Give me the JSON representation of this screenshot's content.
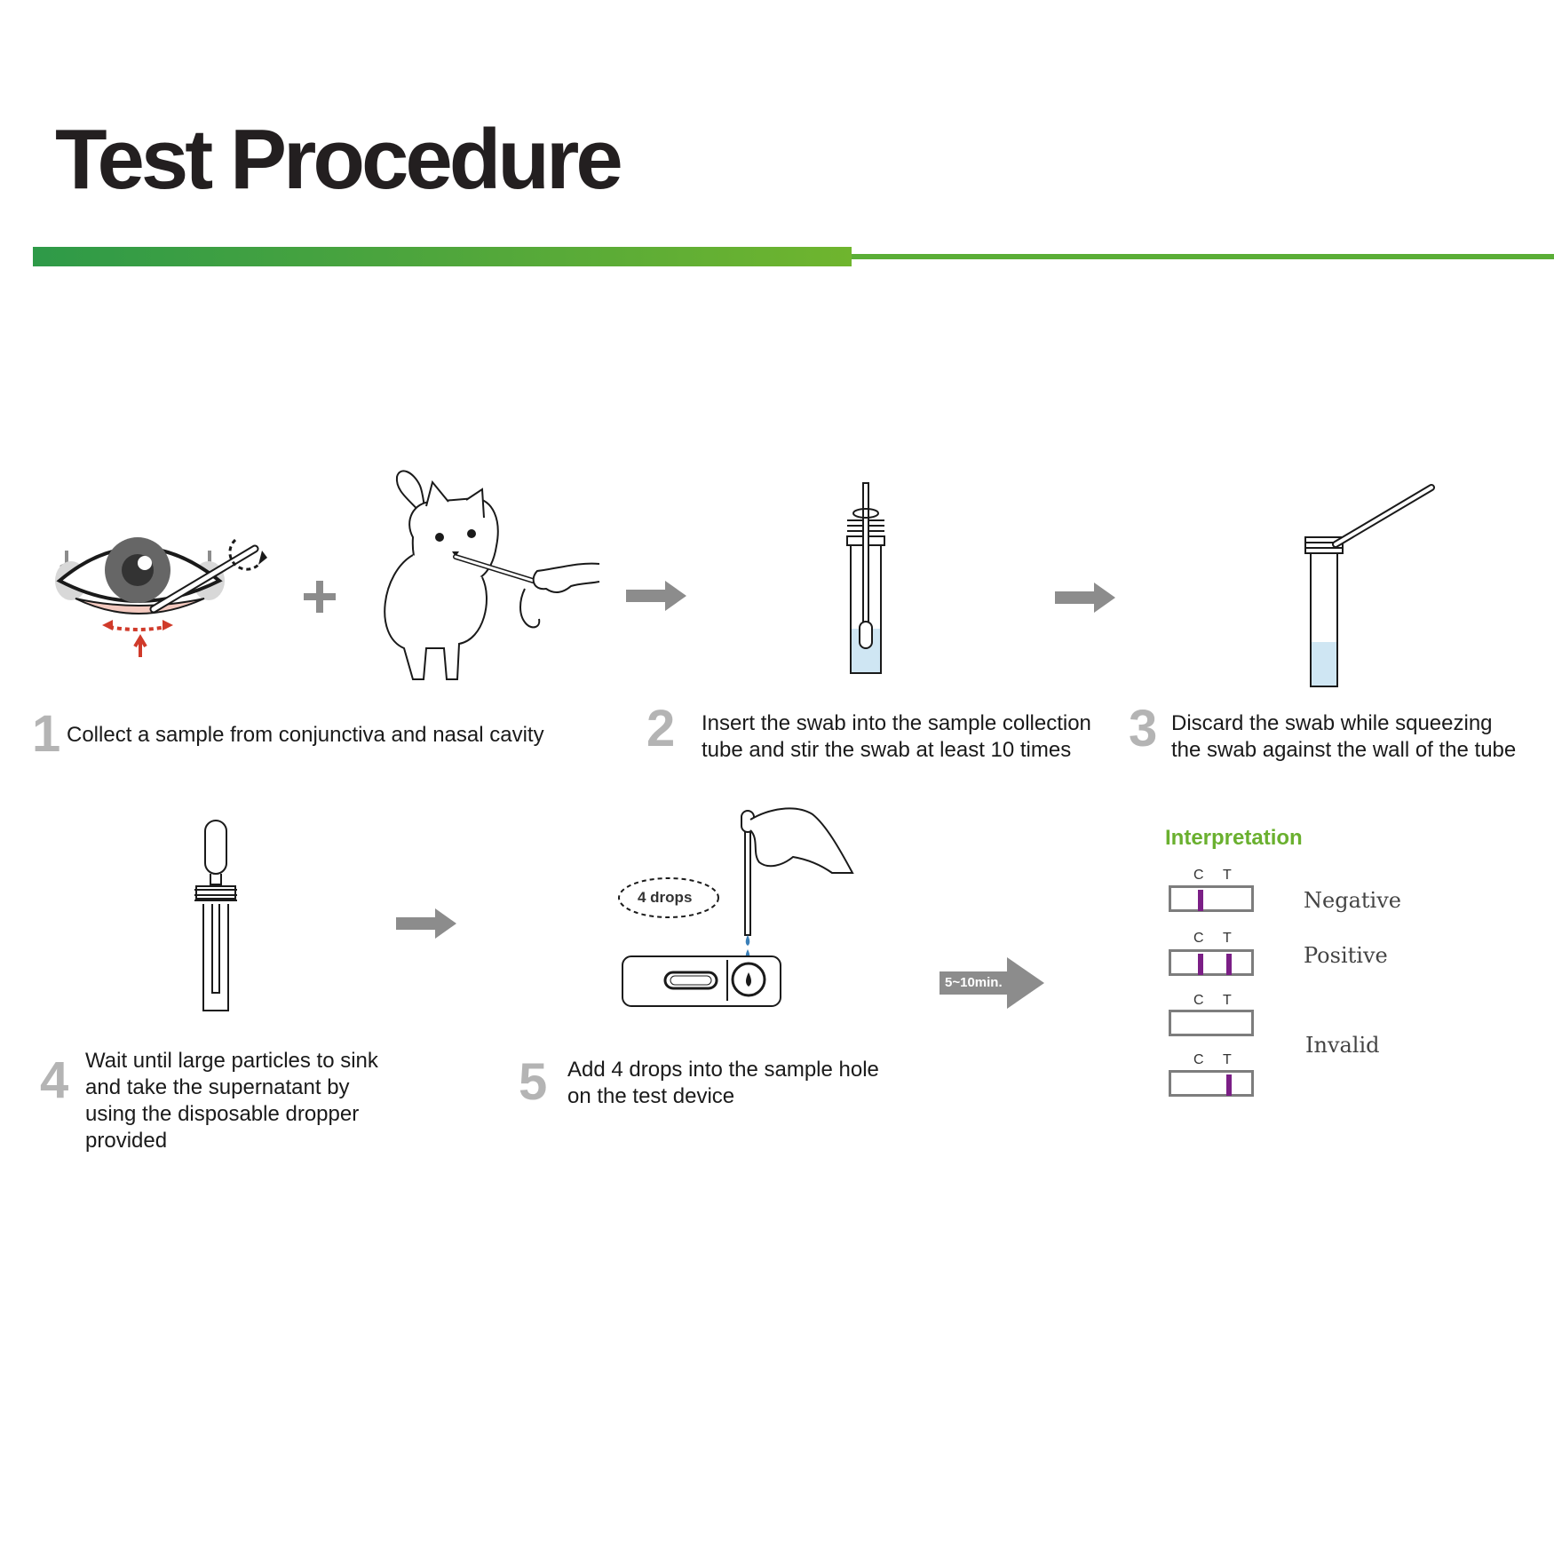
{
  "title": "Test Procedure",
  "steps": [
    {
      "number": "1",
      "text_lines": [
        "Collect a sample from conjunctiva and nasal cavity"
      ]
    },
    {
      "number": "2",
      "text_lines": [
        "Insert the swab into the sample collection",
        "tube and stir the swab at least 10 times"
      ]
    },
    {
      "number": "3",
      "text_lines": [
        "Discard the swab while squeezing",
        "the swab against the wall of the tube"
      ]
    },
    {
      "number": "4",
      "text_lines": [
        "Wait until large particles to sink",
        "and take the supernatant by",
        "using  the disposable dropper",
        "provided"
      ]
    },
    {
      "number": "5",
      "text_lines": [
        "Add 4 drops into the sample hole",
        "on the test device"
      ]
    }
  ],
  "drops_label": "4 drops",
  "time_label": "5~10min.",
  "interpretation": {
    "title": "Interpretation",
    "c_label": "C",
    "t_label": "T",
    "results": {
      "negative": "Negative",
      "positive": "Positive",
      "invalid": "Invalid"
    }
  },
  "colors": {
    "accent_green": "#5aae36",
    "interpretation_green": "#6ab02f",
    "line_purple": "#7b1f86",
    "arrow_gray": "#8c8c8c",
    "number_gray": "#b4b4b4",
    "liquid_blue": "#cfe6f3"
  }
}
